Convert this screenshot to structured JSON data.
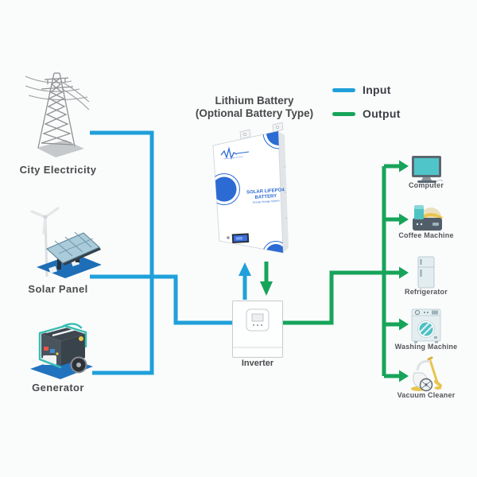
{
  "diagram_type": "solar-battery-energy-system",
  "colors": {
    "background": "#fafbfb",
    "input_blue": "#1fa0da",
    "output_green": "#16a45a",
    "label_dark": "#4a4b4d",
    "device_label_gray": "#54565a",
    "battery_blue": "#2b6bd3"
  },
  "title": {
    "line1": "Lithium Battery",
    "line2": "(Optional Battery Type)"
  },
  "legend": {
    "input_label": "Input",
    "output_label": "Output"
  },
  "sources": [
    {
      "label": "City  Electricity",
      "icon": "transmission-tower-icon"
    },
    {
      "label": "Solar Panel",
      "icon": "solar-panel-wind-turbine-icon"
    },
    {
      "label": "Generator",
      "icon": "portable-generator-icon"
    }
  ],
  "battery": {
    "brand_line1": "SOLAR LIFEPO4",
    "brand_line2": "BATTERY",
    "brand_line3": "Energy Storage System",
    "icon": "wall-mounted-lithium-battery-icon"
  },
  "inverter": {
    "label": "Inverter",
    "icon": "inverter-icon"
  },
  "outputs": [
    {
      "label": "Computer",
      "icon": "computer-monitor-icon"
    },
    {
      "label": "Coffee Machine",
      "icon": "coffee-machine-icon"
    },
    {
      "label": "Refrigerator",
      "icon": "refrigerator-icon"
    },
    {
      "label": "Washing Machine",
      "icon": "washing-machine-icon"
    },
    {
      "label": "Vacuum Cleaner",
      "icon": "vacuum-cleaner-icon"
    }
  ]
}
